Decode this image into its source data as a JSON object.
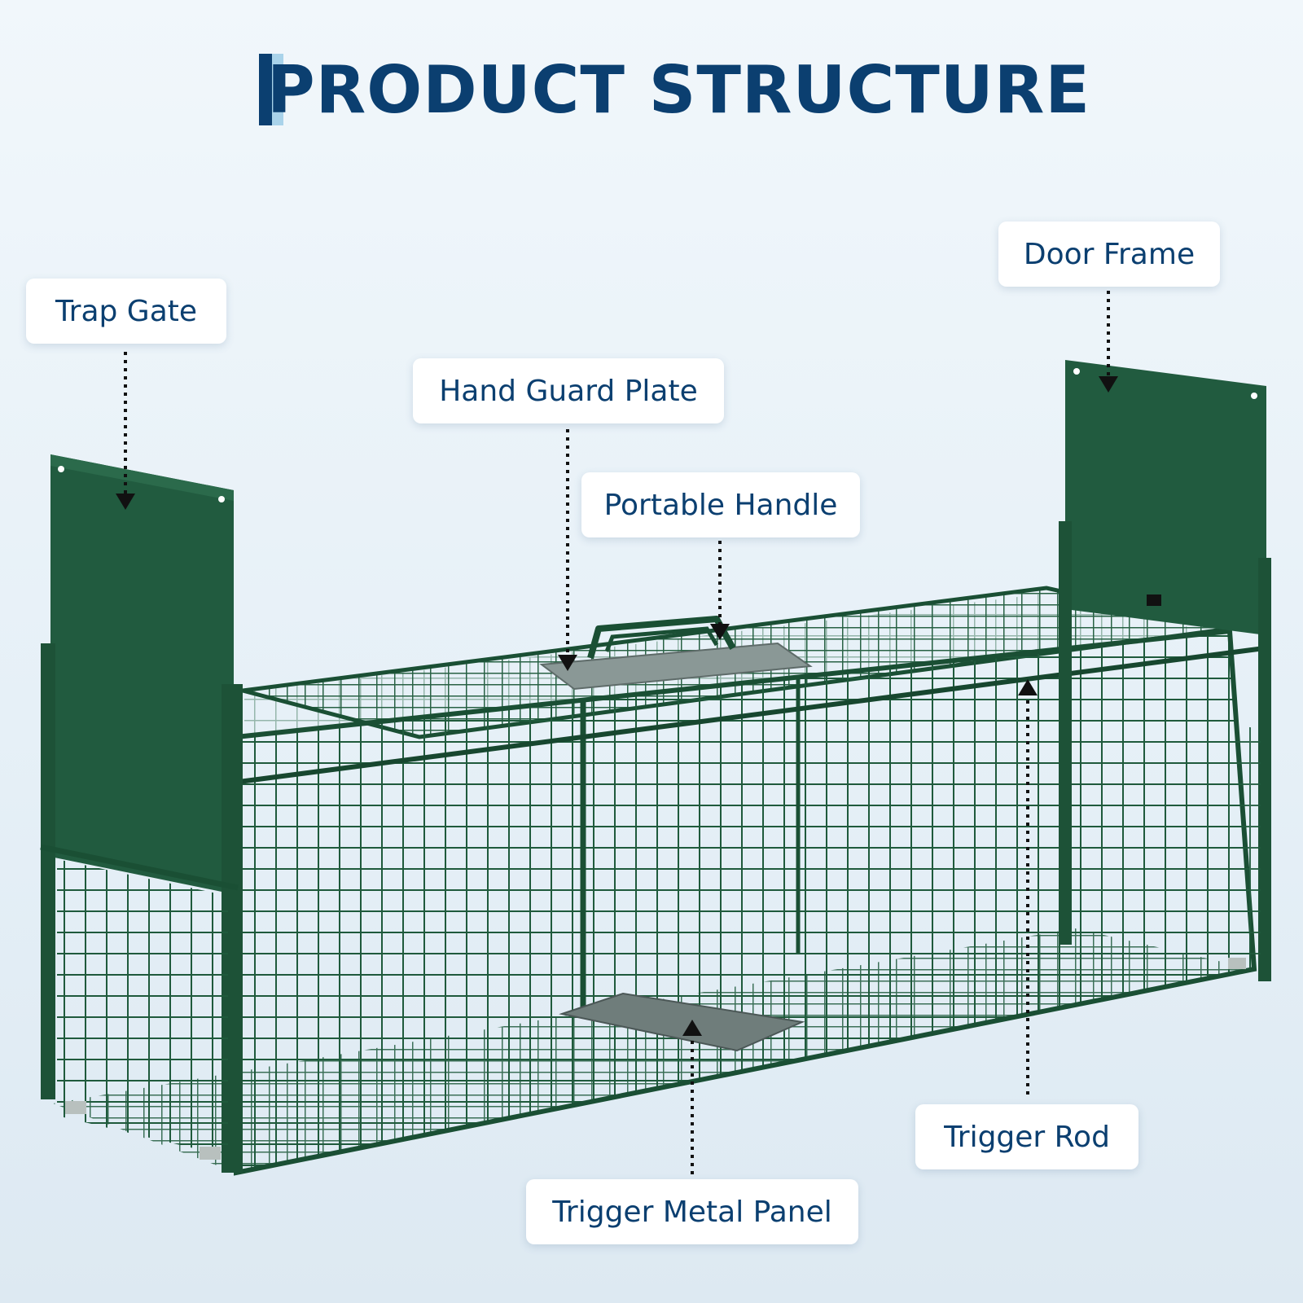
{
  "title": "PRODUCT STRUCTURE",
  "labels": {
    "trap_gate": "Trap Gate",
    "door_frame": "Door Frame",
    "hand_guard_plate": "Hand Guard Plate",
    "portable_handle": "Portable Handle",
    "trigger_rod": "Trigger Rod",
    "trigger_metal_panel": "Trigger Metal Panel"
  },
  "colors": {
    "title": "#0b3f70",
    "accent_light": "#a9d3ea",
    "cage_green": "#1f5a3c",
    "panel_green": "#215b3f",
    "plate_grey": "#8a9896"
  }
}
